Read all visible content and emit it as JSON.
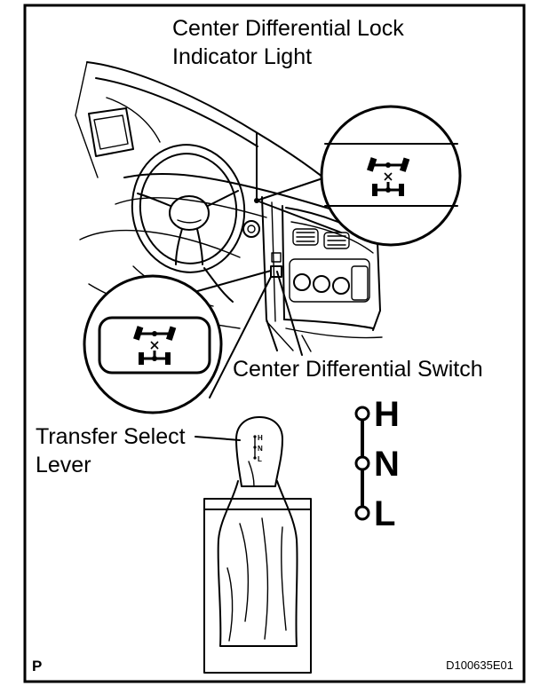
{
  "labels": {
    "indicator_line1": "Center Differential Lock",
    "indicator_line2": "Indicator Light",
    "switch": "Center Differential Switch",
    "lever_line1": "Transfer Select",
    "lever_line2": "Lever",
    "pos_h": "H",
    "pos_n": "N",
    "pos_l": "L",
    "knob_h": "H",
    "knob_n": "N",
    "knob_l": "L",
    "corner_code": "P",
    "figure_id": "D100635E01"
  },
  "icons": {
    "indicator_symbol": "center-diff-lock-icon",
    "switch_symbol": "center-diff-lock-icon"
  }
}
